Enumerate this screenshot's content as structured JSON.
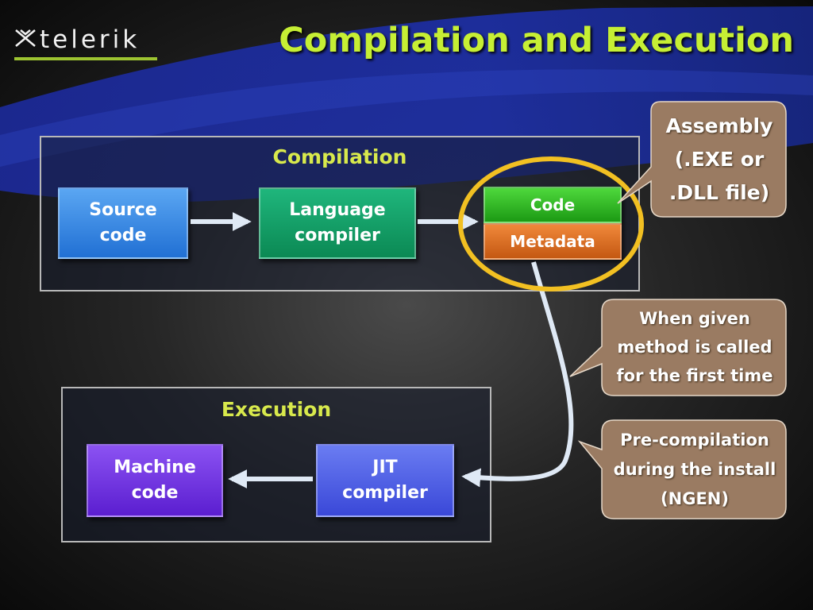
{
  "logo": {
    "text": "telerik"
  },
  "slide": {
    "title": "Compilation and Execution"
  },
  "compilation": {
    "title": "Compilation",
    "source": "Source code",
    "compiler": "Language compiler",
    "code": "Code",
    "metadata": "Metadata"
  },
  "execution": {
    "title": "Execution",
    "machine": "Machine code",
    "jit": "JIT compiler"
  },
  "callouts": {
    "assembly": "Assembly (.EXE or .DLL file)",
    "first_call": "When given method is called for the first time",
    "ngen": "Pre-compilation during the install (NGEN)"
  },
  "colors": {
    "title": "#c6ef34",
    "group_title": "#d8e94c",
    "callout_fill": "#9a7b62",
    "highlight_ring": "#f2c022"
  }
}
